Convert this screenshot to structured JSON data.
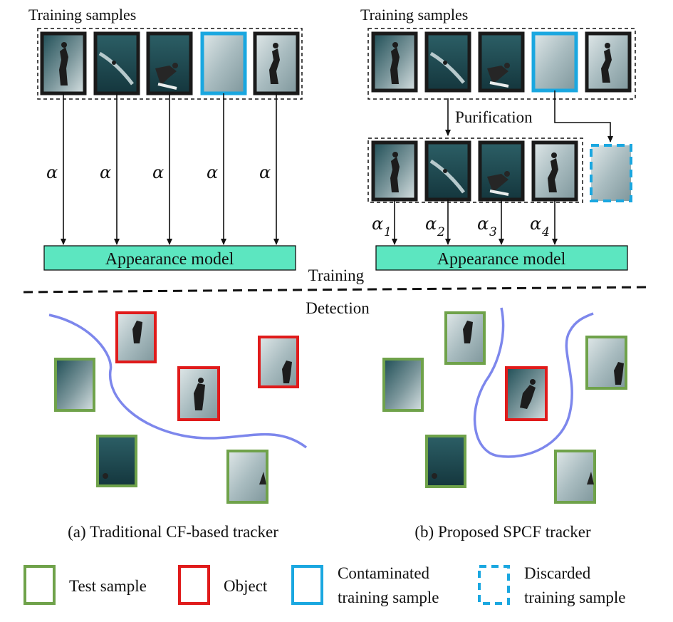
{
  "left_panel": {
    "training_samples_label": "Training samples",
    "weights": [
      "α",
      "α",
      "α",
      "α",
      "α"
    ],
    "model_label": "Appearance model"
  },
  "right_panel": {
    "training_samples_label": "Training samples",
    "purification_label": "Purification",
    "weights": [
      {
        "base": "α",
        "sub": "1"
      },
      {
        "base": "α",
        "sub": "2"
      },
      {
        "base": "α",
        "sub": "3"
      },
      {
        "base": "α",
        "sub": "4"
      }
    ],
    "model_label": "Appearance model"
  },
  "stage_labels": {
    "training": "Training",
    "detection": "Detection"
  },
  "captions": {
    "a": "(a) Traditional CF-based tracker",
    "b": "(b) Proposed SPCF tracker"
  },
  "legend": {
    "test_sample": "Test sample",
    "object": "Object",
    "contaminated_line1": "Contaminated",
    "contaminated_line2": "training sample",
    "discarded_line1": "Discarded",
    "discarded_line2": "training sample"
  },
  "colors": {
    "test_sample": "#6fa24a",
    "object": "#e01b1b",
    "contaminated": "#1aa7e0",
    "model_fill": "#5ce6c0",
    "boundary": "#7d87ec",
    "frame_dark": "#1a1a1a",
    "water_dark": "#1d4a52",
    "water_light": "#b9c8cc"
  }
}
